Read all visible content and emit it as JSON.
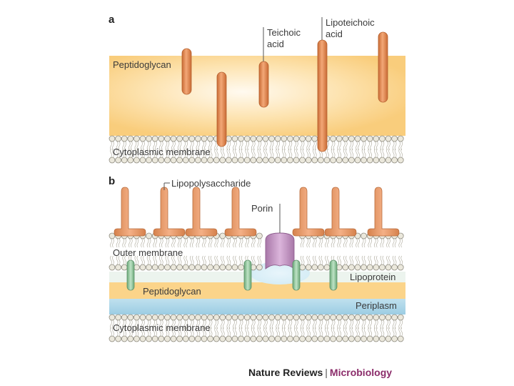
{
  "panel_a": {
    "letter": "a",
    "label_peptidoglycan": "Peptidoglycan",
    "label_teichoic_line1": "Teichoic",
    "label_teichoic_line2": "acid",
    "label_lipoteichoic_line1": "Lipoteichoic",
    "label_lipoteichoic_line2": "acid",
    "label_membrane": "Cytoplasmic membrane"
  },
  "panel_b": {
    "letter": "b",
    "label_lps": "Lipopolysaccharide",
    "label_porin": "Porin",
    "label_outer_membrane": "Outer membrane",
    "label_lipoprotein": "Lipoprotein",
    "label_peptidoglycan": "Peptidoglycan",
    "label_periplasm": "Periplasm",
    "label_membrane": "Cytoplasmic membrane"
  },
  "colors": {
    "peptidoglycan": "#fbd48a",
    "rod_orange": "#e8955a",
    "lipid_head": "#e9e6da",
    "porin": "#c79bc7",
    "lipoprotein": "#8fc49a",
    "periplasm": "#a9d3e6"
  },
  "credit": {
    "journal": "Nature Reviews",
    "separator": "|",
    "section": "Microbiology"
  }
}
